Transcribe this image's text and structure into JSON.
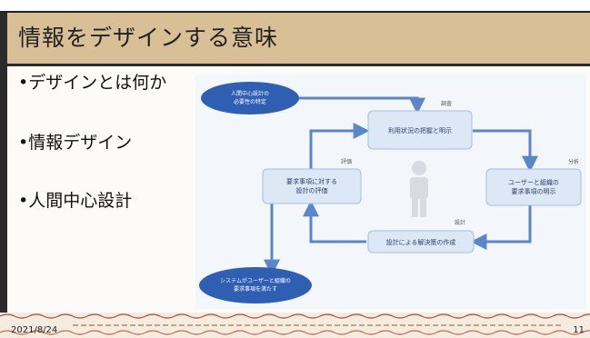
{
  "slide": {
    "title": "情報をデザインする意味",
    "bullets": [
      "•デザインとは何か",
      "•情報デザイン",
      "•人間中心設計"
    ],
    "date": "2021/8/24",
    "page_number": "11"
  },
  "diagram": {
    "start_ellipse": [
      "人間中心設計の",
      "必要性の特定"
    ],
    "end_ellipse": [
      "システムがユーザーと組織の",
      "要求事項を満たす"
    ],
    "boxes": {
      "top": "利用状況の把握と明示",
      "right": [
        "ユーザーと組織の",
        "要求事項の明示"
      ],
      "bottom": "設計による解決策の作成",
      "left": [
        "要求事項に対する",
        "設計の評価"
      ]
    },
    "labels": {
      "investigation": "調査",
      "analysis": "分析",
      "design": "設計",
      "evaluation": "評価"
    }
  },
  "colors": {
    "title_bar": "#d8bf95",
    "box_fill": "#dce8f6",
    "ellipse_fill": "#2f5fb3",
    "arrow": "#5b86c9"
  }
}
